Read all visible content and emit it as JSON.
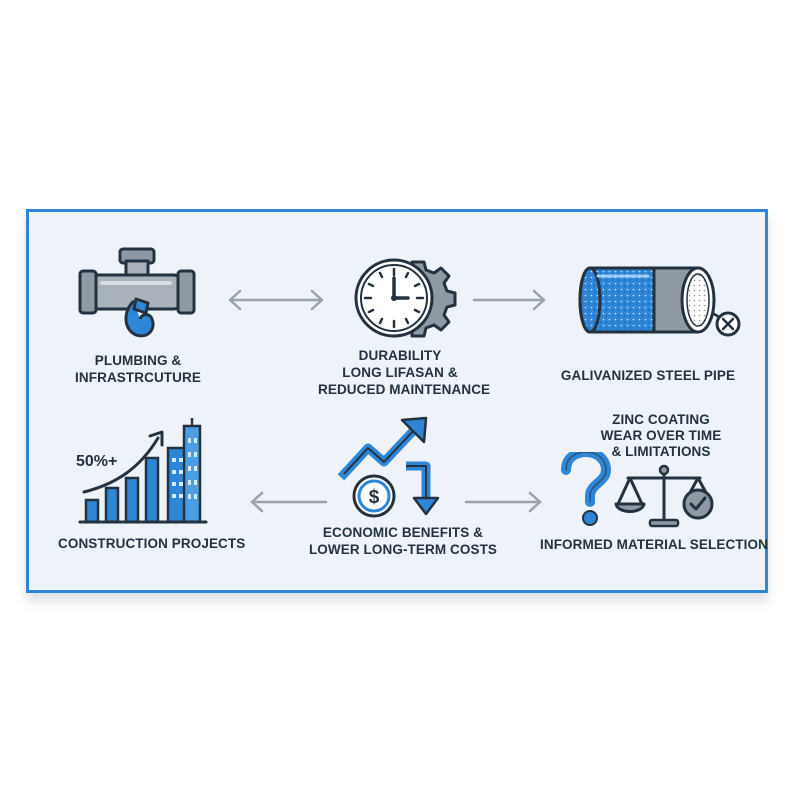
{
  "nodes": {
    "plumbing": {
      "line1": "PLUMBING &",
      "line2": "INFRASTRCUTURE"
    },
    "durability": {
      "line1": "DURABILITY",
      "line2": "LONG LIFASAN &",
      "line3": "REDUCED MAINTENANCE"
    },
    "galvanized": {
      "line1": "GALIVANIZED STEEL PIPE"
    },
    "construction": {
      "line1": "CONSTRUCTION PROJECTS",
      "badge": "50%+"
    },
    "economic": {
      "line1": "ECONOMIC BENEFITS &",
      "line2": "LOWER LONG-TERM COSTS",
      "currency_symbol": "$"
    },
    "zinc": {
      "line1": "ZINC COATING",
      "line2": "WEAR OVER TIME",
      "line3": "& LIMITATIONS"
    },
    "informed": {
      "line1": "INFORMED MATERIAL SELECTION"
    }
  },
  "colors": {
    "accent": "#2e86d6",
    "ink": "#24323f",
    "metal": "#9aa3ad",
    "panel": "#eef3f9",
    "arrow": "#9aa1a8"
  },
  "icons": {
    "plumbing": "pipe-tee-icon",
    "durability": "clock-gear-icon",
    "galvanized": "pipe-section-icon",
    "construction": "growth-chart-buildings-icon",
    "economic": "money-trend-icon",
    "informed": "question-scale-icon"
  }
}
